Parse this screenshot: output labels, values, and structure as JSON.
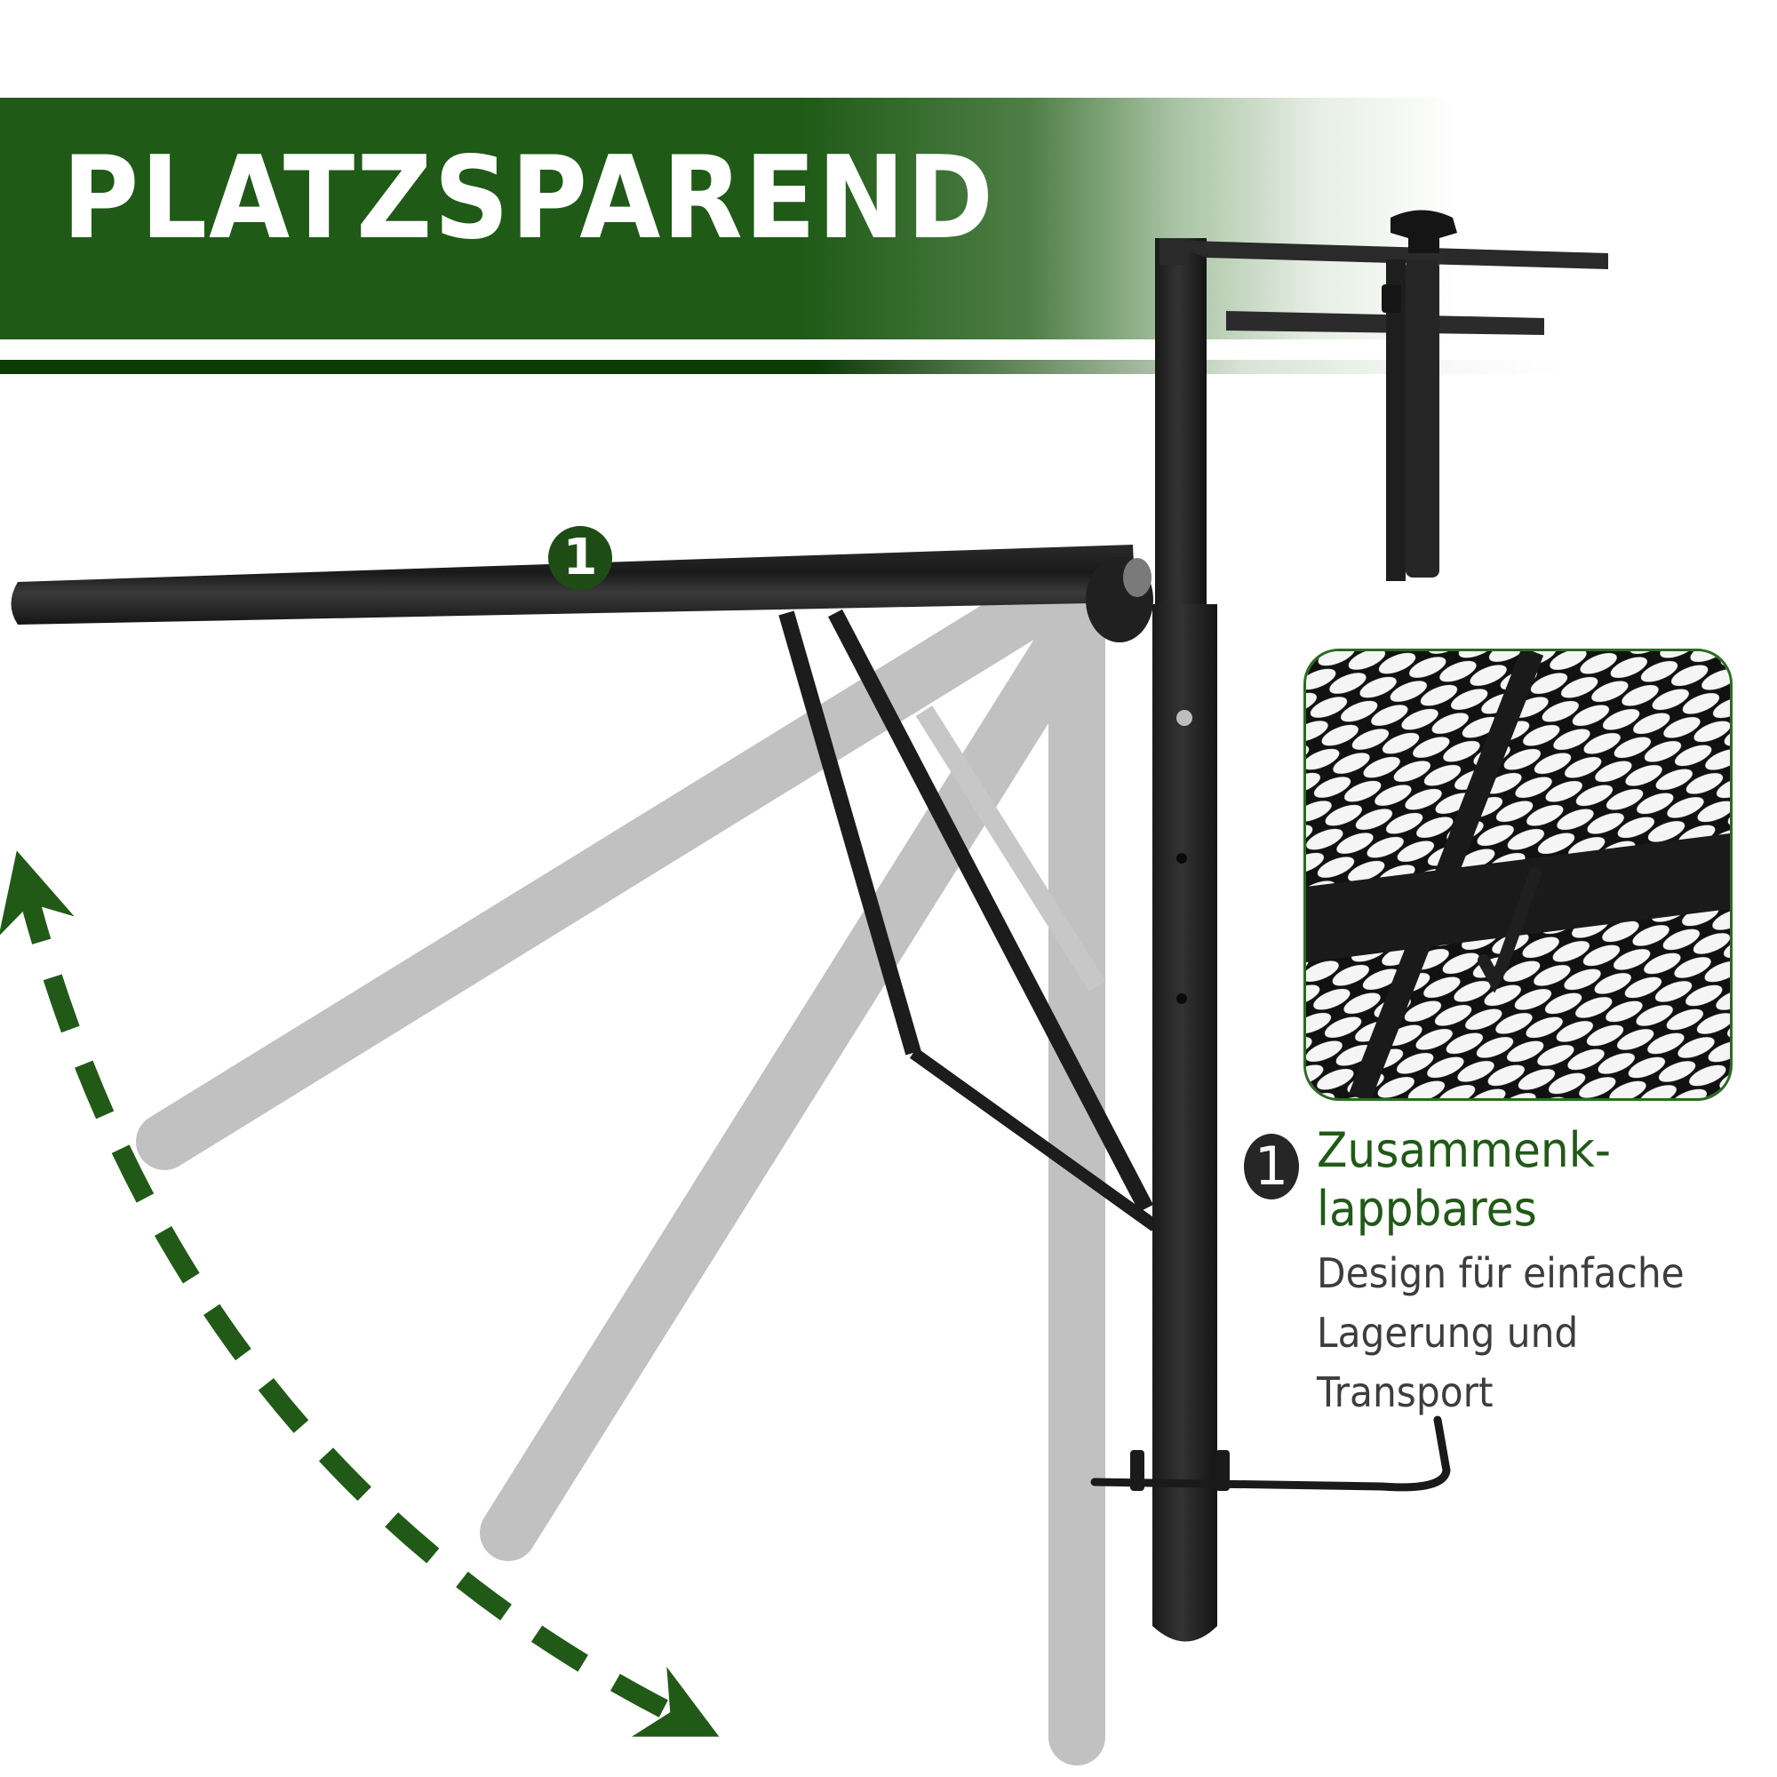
{
  "banner": {
    "title": "PLATZSPAREND",
    "color_primary": "#1f5a17",
    "color_rule": "#0e3a08"
  },
  "product_image": {
    "subject": "folding balcony table bracket",
    "arm_callout_number": "1",
    "ghost_positions_count": 3,
    "arrow_color": "#215a17"
  },
  "inset": {
    "subject": "expanded metal mesh with hook detail",
    "border_color": "#2c6a22"
  },
  "feature": {
    "number": "1",
    "title_line1": "Zusammenk-",
    "title_line2": "lappbares",
    "desc_line1": "Design für einfache",
    "desc_line2": "Lagerung und",
    "desc_line3": "Transport",
    "title_color": "#215a17",
    "desc_color": "#3d3d3d"
  }
}
